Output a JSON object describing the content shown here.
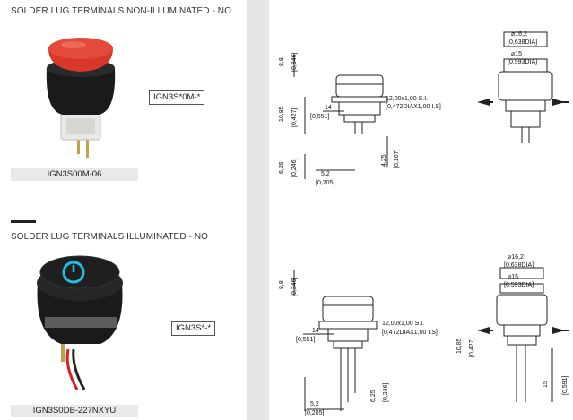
{
  "section1": {
    "title": "SOLDER LUG TERMINALS NON-ILLUMINATED - NO",
    "product_caption": "IGN3S00M-06",
    "code": "IGN3S*0M-*",
    "dims": {
      "d1": "8,8",
      "d1b": "[0,346]",
      "d2": "10,85",
      "d2b": "[0,427]",
      "d3": "14",
      "d3b": "[0,551]",
      "thread1": "12,00x1,00  S.I.",
      "thread2": "[0,472DIAX1,00  I.S]",
      "d4": "6,25",
      "d4b": "[0,246]",
      "d5": "4,25",
      "d5b": "[0,167]",
      "d6": "5,2",
      "d6b": "[0,205]",
      "dia1": "⌀16,2",
      "dia1b": "[0,638DIA]",
      "dia2": "⌀15",
      "dia2b": "[0,593DIA]"
    }
  },
  "section2": {
    "title": "SOLDER LUG TERMINALS ILLUMINATED - NO",
    "product_caption": "IGN3S0DB-227NXYU",
    "code": "IGN3S*-*",
    "dims": {
      "d1": "8,8",
      "d1b": "[0,346]",
      "d3": "14",
      "d3b": "[0,551]",
      "thread1": "12,00x1,00  S.I.",
      "thread2": "[0,472DIAX1,00  I.S]",
      "d4": "6,25",
      "d4b": "[0,246]",
      "d6": "5,2",
      "d6b": "[0,205]",
      "dia1": "⌀16,2",
      "dia1b": "[0,638DIA]",
      "dia2": "⌀15",
      "dia2b": "[0,593DIA]",
      "d2": "10,85",
      "d2b": "[0,427]",
      "d7": "15",
      "d7b": "[0,591]"
    }
  },
  "colors": {
    "button_red": "#d9372a",
    "led_ring": "#1ec0e0",
    "body_black": "#1a1a1a"
  }
}
